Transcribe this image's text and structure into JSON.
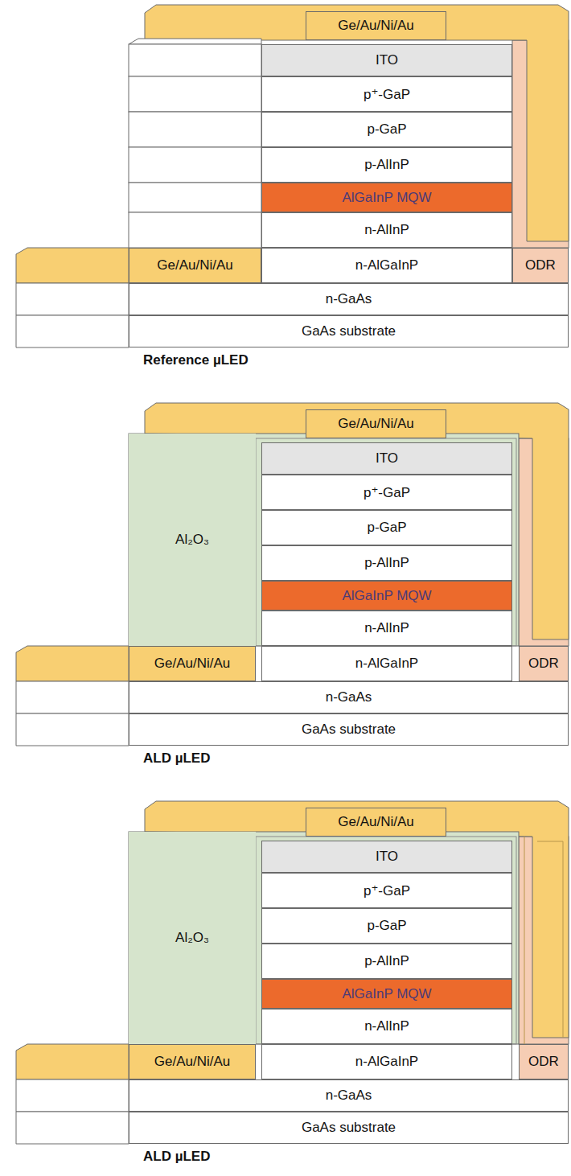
{
  "diagram": {
    "nodes": [
      {
        "text": [
          "Ge/Au/Ni/Au"
        ]
      },
      {
        "text": [
          "ITO"
        ]
      },
      {
        "text": [
          "p⁺-GaP"
        ]
      },
      {
        "text": [
          "p-GaP"
        ]
      },
      {
        "text": [
          "p-AlInP"
        ]
      },
      {
        "text": [
          "AlGaInP MQW"
        ]
      },
      {
        "text": [
          "n-AlInP"
        ]
      },
      {
        "text": [
          "Ge/Au/Ni/Au"
        ]
      },
      {
        "text": [
          "n-AlGaInP"
        ]
      },
      {
        "text": [
          "ODR"
        ]
      },
      {
        "text": [
          "n-GaAs"
        ]
      },
      {
        "text": [
          "GaAs substrate"
        ]
      },
      {
        "text": [
          "Ge/Au/Ni/Au"
        ]
      },
      {
        "text": [
          "Al₂O₃"
        ]
      },
      {
        "text": [
          "ITO"
        ]
      },
      {
        "text": [
          "p⁺-GaP"
        ]
      },
      {
        "text": [
          "p-GaP"
        ]
      },
      {
        "text": [
          "p-AlInP"
        ]
      },
      {
        "text": [
          "AlGaInP MQW"
        ]
      },
      {
        "text": [
          "n-AlInP"
        ]
      },
      {
        "text": [
          "Ge/Au/Ni/Au"
        ]
      },
      {
        "text": [
          "n-AlGaInP"
        ]
      },
      {
        "text": [
          "ODR"
        ]
      },
      {
        "text": [
          "n-GaAs"
        ]
      },
      {
        "text": [
          "GaAs substrate"
        ]
      },
      {
        "text": [
          "Ge/Au/Ni/Au"
        ]
      },
      {
        "text": [
          "Al₂O₃"
        ]
      },
      {
        "text": [
          "ITO"
        ]
      },
      {
        "text": [
          "p⁺-GaP"
        ]
      },
      {
        "text": [
          "p-GaP"
        ]
      },
      {
        "text": [
          "p-AlInP"
        ]
      },
      {
        "text": [
          "AlGaInP MQW"
        ]
      },
      {
        "text": [
          "n-AlInP"
        ]
      },
      {
        "text": [
          "Ge/Au/Ni/Au"
        ]
      },
      {
        "text": [
          "n-AlGaInP"
        ]
      },
      {
        "text": [
          "ODR"
        ]
      },
      {
        "text": [
          "n-GaAs"
        ]
      },
      {
        "text": [
          "GaAs substrate"
        ]
      }
    ],
    "labels": [
      "Reference µLED",
      "ALD µLED",
      "ALD µLED"
    ]
  }
}
